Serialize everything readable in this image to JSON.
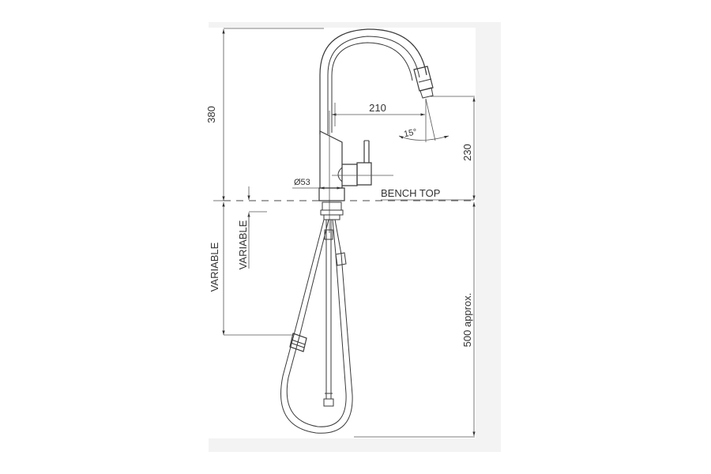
{
  "drawing": {
    "title": "Pull-down kitchen mixer dimension drawing",
    "colors": {
      "line": "#3a3a3a",
      "frame": "#f3f3f3",
      "background": "#ffffff"
    },
    "dimensions": {
      "overall_height_above_bench": "380",
      "spout_reach": "210",
      "spout_outlet_height": "230",
      "swivel_angle": "15°",
      "body_diameter": "Ø53",
      "bench_label": "BENCH TOP",
      "bench_thickness": "VARIABLE",
      "hose_weight_position": "VARIABLE",
      "hose_length_below_bench": "500 approx."
    }
  }
}
